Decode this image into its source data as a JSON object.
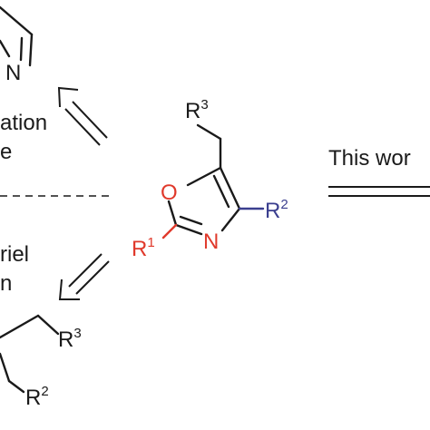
{
  "colors": {
    "black": "#1a1a1a",
    "red": "#e0392b",
    "blue": "#3b3f8f"
  },
  "top_ring": {
    "atom_n": "N"
  },
  "top_caption": {
    "line1": "ation",
    "line2": "e"
  },
  "bottom_caption": {
    "line1": "riel",
    "line2": "n"
  },
  "oxazole": {
    "atom_o": "O",
    "atom_n": "N",
    "r1": {
      "letter": "R",
      "num": "1"
    },
    "r2": {
      "letter": "R",
      "num": "2"
    },
    "r3": {
      "letter": "R",
      "num": "3"
    }
  },
  "bottom_product": {
    "r3": {
      "letter": "R",
      "num": "3"
    },
    "r2": {
      "letter": "R",
      "num": "2"
    }
  },
  "right_caption": {
    "text": "This wor"
  }
}
